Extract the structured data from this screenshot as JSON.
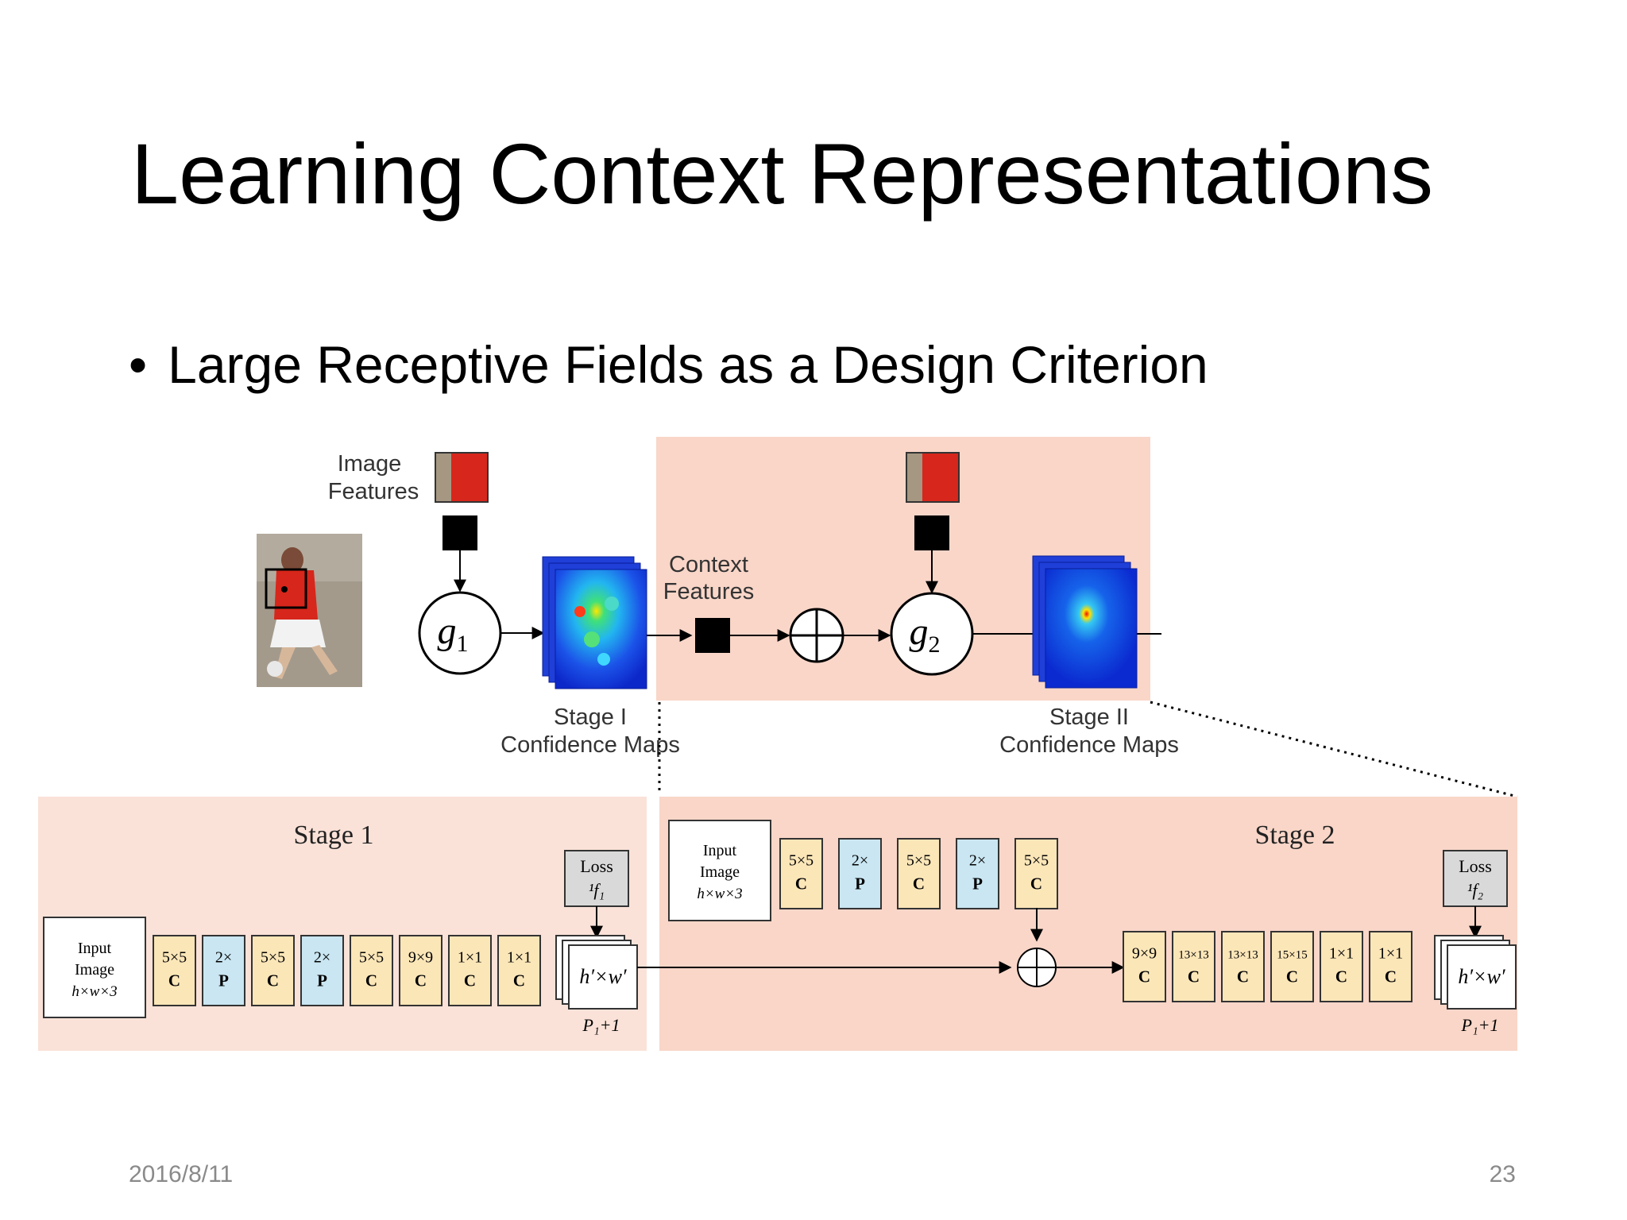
{
  "slide": {
    "title": "Learning Context Representations",
    "bullet": "Large Receptive Fields as a Design Criterion",
    "bullet_symbol": "•",
    "date": "2016/8/11",
    "page_number": "23"
  },
  "top_diagram": {
    "image_features_line1": "Image",
    "image_features_line2": "Features",
    "g1_base": "g",
    "g1_sub": "1",
    "g2_base": "g",
    "g2_sub": "2",
    "context_features_line1": "Context",
    "context_features_line2": "Features",
    "stage1_maps_line1": "Stage I",
    "stage1_maps_line2": "Confidence Maps",
    "stage2_maps_line1": "Stage II",
    "stage2_maps_line2": "Confidence Maps",
    "plus_symbol": "⊕"
  },
  "stage1": {
    "title": "Stage 1",
    "input_line1": "Input",
    "input_line2": "Image",
    "input_line3": "h×w×3",
    "layers": [
      {
        "top": "5×5",
        "bottom": "C",
        "kind": "conv"
      },
      {
        "top": "2×",
        "bottom": "P",
        "kind": "pool"
      },
      {
        "top": "5×5",
        "bottom": "C",
        "kind": "conv"
      },
      {
        "top": "2×",
        "bottom": "P",
        "kind": "pool"
      },
      {
        "top": "5×5",
        "bottom": "C",
        "kind": "conv"
      },
      {
        "top": "9×9",
        "bottom": "C",
        "kind": "conv"
      },
      {
        "top": "1×1",
        "bottom": "C",
        "kind": "conv"
      },
      {
        "top": "1×1",
        "bottom": "C",
        "kind": "conv"
      }
    ],
    "loss_line1": "Loss",
    "loss_line2": "¹f₁",
    "output_label": "h′×w′",
    "output_caption": "P₁+1"
  },
  "stage2": {
    "title": "Stage 2",
    "input_line1": "Input",
    "input_line2": "Image",
    "input_line3": "h×w×3",
    "top_layers": [
      {
        "top": "5×5",
        "bottom": "C",
        "kind": "conv"
      },
      {
        "top": "2×",
        "bottom": "P",
        "kind": "pool"
      },
      {
        "top": "5×5",
        "bottom": "C",
        "kind": "conv"
      },
      {
        "top": "2×",
        "bottom": "P",
        "kind": "pool"
      },
      {
        "top": "5×5",
        "bottom": "C",
        "kind": "conv"
      }
    ],
    "bottom_layers": [
      {
        "top": "9×9",
        "bottom": "C",
        "kind": "conv"
      },
      {
        "top": "13×13",
        "bottom": "C",
        "kind": "conv"
      },
      {
        "top": "13×13",
        "bottom": "C",
        "kind": "conv"
      },
      {
        "top": "15×15",
        "bottom": "C",
        "kind": "conv"
      },
      {
        "top": "1×1",
        "bottom": "C",
        "kind": "conv"
      },
      {
        "top": "1×1",
        "bottom": "C",
        "kind": "conv"
      }
    ],
    "loss_line1": "Loss",
    "loss_line2": "¹f₂",
    "output_label": "h′×w′",
    "output_caption": "P₁+1"
  },
  "colors": {
    "panel": "#f9d6c8",
    "panel_light": "#fae2d8",
    "conv": "#fbe6b8",
    "pool": "#c9e6f2",
    "loss": "#d9d9d9",
    "jersey": "#d7261b"
  }
}
